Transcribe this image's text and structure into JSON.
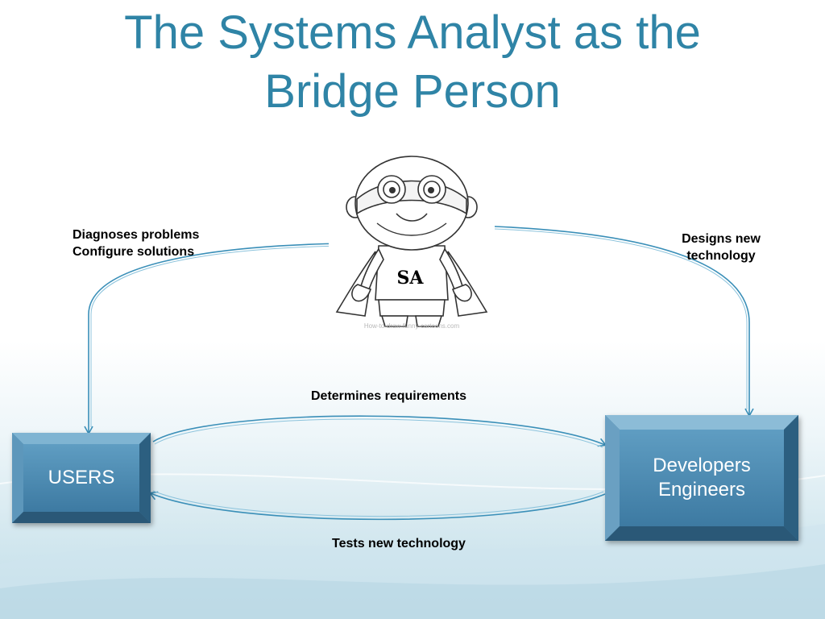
{
  "title_line1": "The Systems Analyst as the",
  "title_line2": "Bridge Person",
  "labels": {
    "diagnoses_line1": "Diagnoses problems",
    "diagnoses_line2": "Configure solutions",
    "designs_line1": "Designs new",
    "designs_line2": "technology",
    "requirements": "Determines requirements",
    "tests": "Tests new technology"
  },
  "boxes": {
    "users": "USERS",
    "dev_line1": "Developers",
    "dev_line2": "Engineers"
  },
  "figure": {
    "shirt_text": "SA",
    "watermark": "How-to-draw-funny-cartoons.com"
  },
  "colors": {
    "title": "#2f84a6",
    "box_fill": "#3f7fa5",
    "arrow": "#3a8fb8"
  }
}
